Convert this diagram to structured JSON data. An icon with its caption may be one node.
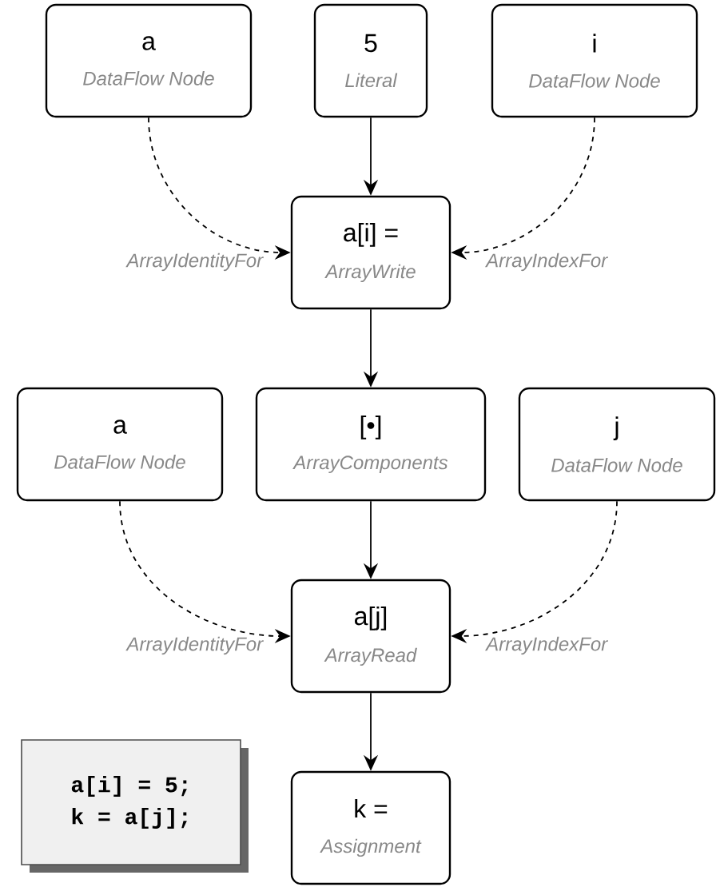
{
  "diagram": {
    "nodes": [
      {
        "text": [
          "a",
          "DataFlow Node"
        ]
      },
      {
        "text": [
          "5",
          "Literal"
        ]
      },
      {
        "text": [
          "i",
          "DataFlow Node"
        ]
      },
      {
        "text": [
          "a[i] =",
          "ArrayWrite"
        ]
      },
      {
        "text": [
          "a",
          "DataFlow Node"
        ]
      },
      {
        "text": [
          "[•]",
          "ArrayComponents"
        ]
      },
      {
        "text": [
          "j",
          "DataFlow Node"
        ]
      },
      {
        "text": [
          "a[j]",
          "ArrayRead"
        ]
      },
      {
        "text": [
          "k =",
          "Assignment"
        ]
      },
      {
        "text": [
          "a[i] = 5;",
          "k = a[j];"
        ]
      }
    ],
    "edges": [
      {
        "from": 0,
        "to": 3,
        "arrow": "to",
        "style": "dashed",
        "label": "ArrayIdentityFor"
      },
      {
        "from": 1,
        "to": 3,
        "arrow": "to"
      },
      {
        "from": 2,
        "to": 3,
        "arrow": "to",
        "style": "dashed",
        "label": "ArrayIndexFor"
      },
      {
        "from": 3,
        "to": 5,
        "arrow": "to"
      },
      {
        "from": 4,
        "to": 7,
        "arrow": "to",
        "style": "dashed",
        "label": "ArrayIdentityFor"
      },
      {
        "from": 5,
        "to": 7,
        "arrow": "to"
      },
      {
        "from": 6,
        "to": 7,
        "arrow": "to",
        "style": "dashed",
        "label": "ArrayIndexFor"
      },
      {
        "from": 7,
        "to": 8,
        "arrow": "to"
      }
    ]
  }
}
